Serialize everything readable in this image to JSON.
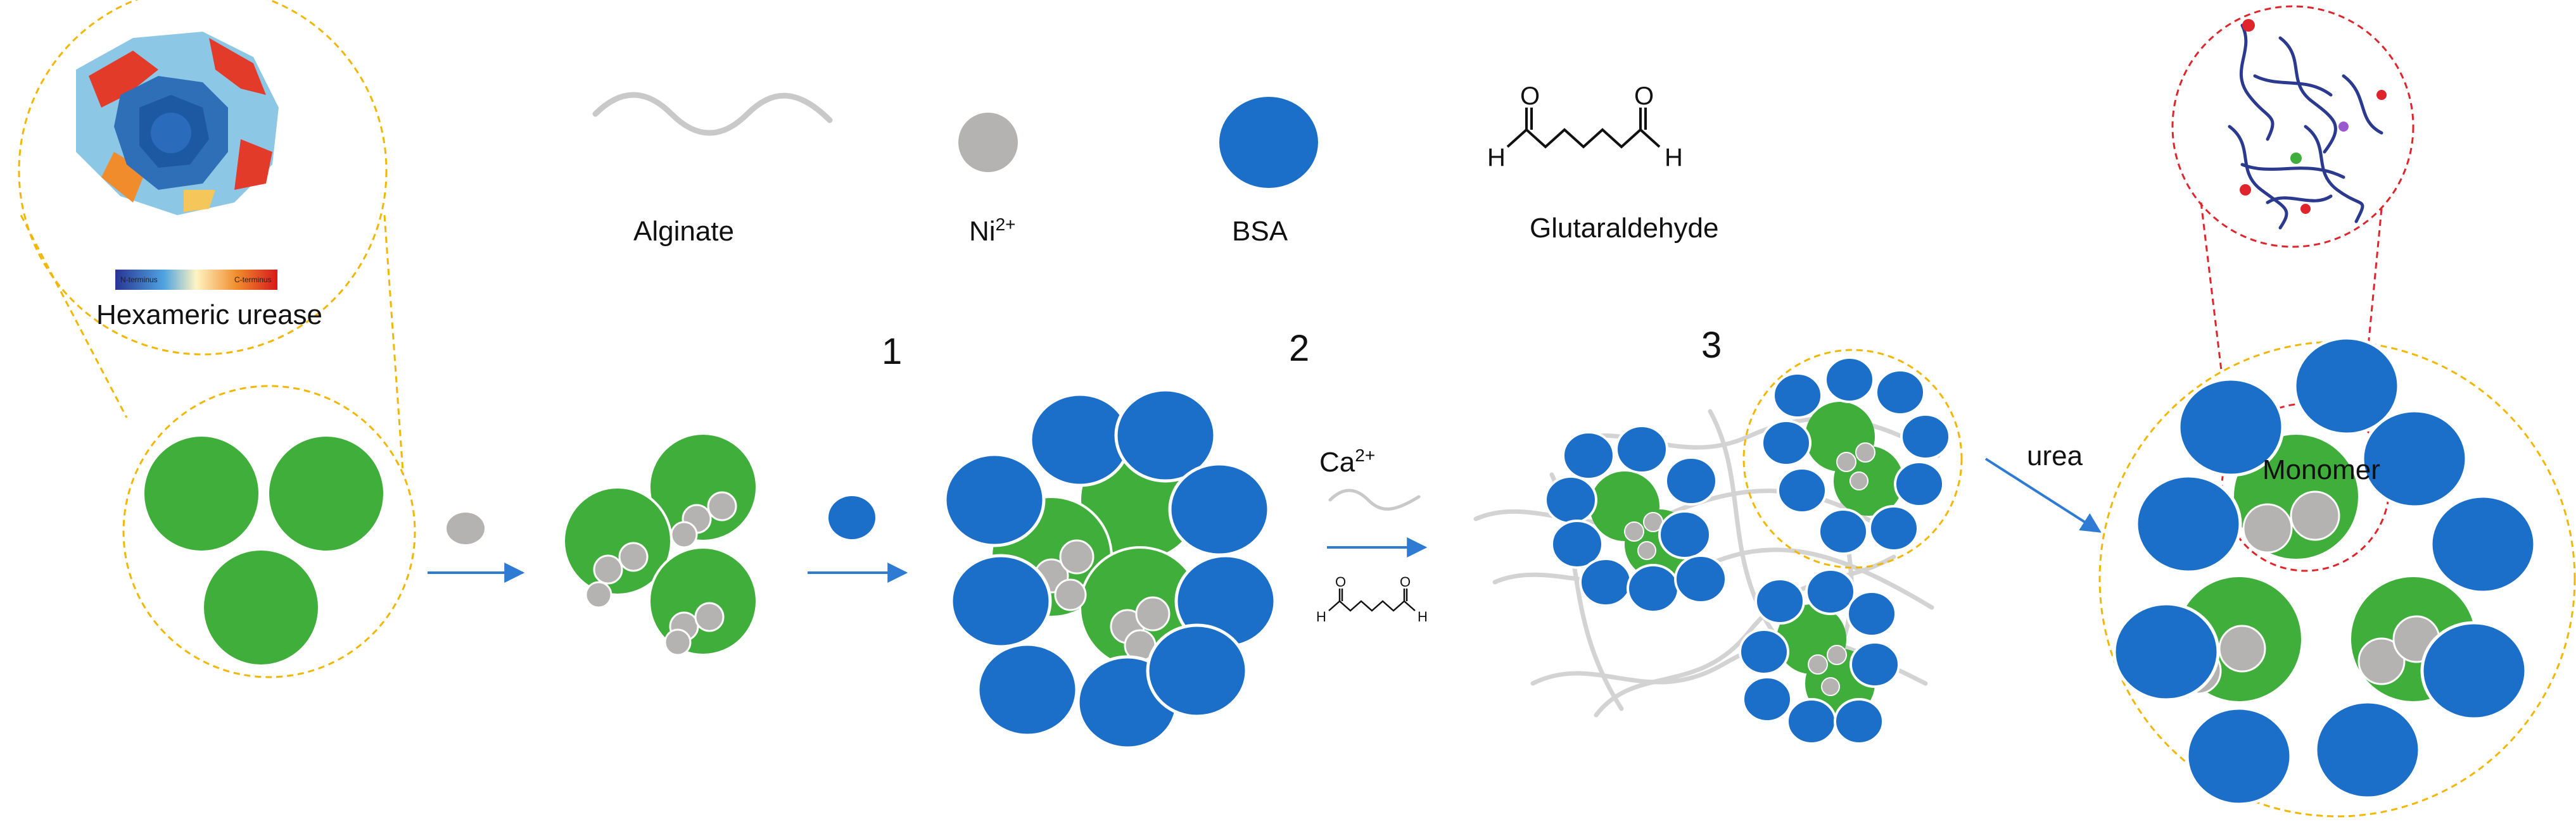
{
  "legend": {
    "alginate": "Alginate",
    "nickel_base": "Ni",
    "nickel_sup": "2+",
    "bsa": "BSA",
    "glutaraldehyde": "Glutaraldehyde",
    "glut_o1": "O",
    "glut_o2": "O",
    "glut_h1": "H",
    "glut_h2": "H"
  },
  "urease": {
    "label": "Hexameric urease",
    "colorbar_left": "N-terminus",
    "colorbar_right": "C-terminus"
  },
  "steps": {
    "s1": "1",
    "s2": "2",
    "s3": "3"
  },
  "reagents": {
    "calcium_base": "Ca",
    "calcium_sup": "2+",
    "small_o1": "O",
    "small_o2": "O",
    "small_h1": "H",
    "small_h2": "H"
  },
  "final": {
    "urea": "urea",
    "monomer": "Monomer"
  },
  "colors": {
    "green": "#3fae3a",
    "blue": "#1b6fc8",
    "grey": "#b5b2b2",
    "alginate": "#c9c9c9",
    "arrow": "#2e7bd3",
    "yellow_dash": "#f2b705",
    "red_dash": "#e0242c",
    "protein": "#2b3a8f"
  }
}
